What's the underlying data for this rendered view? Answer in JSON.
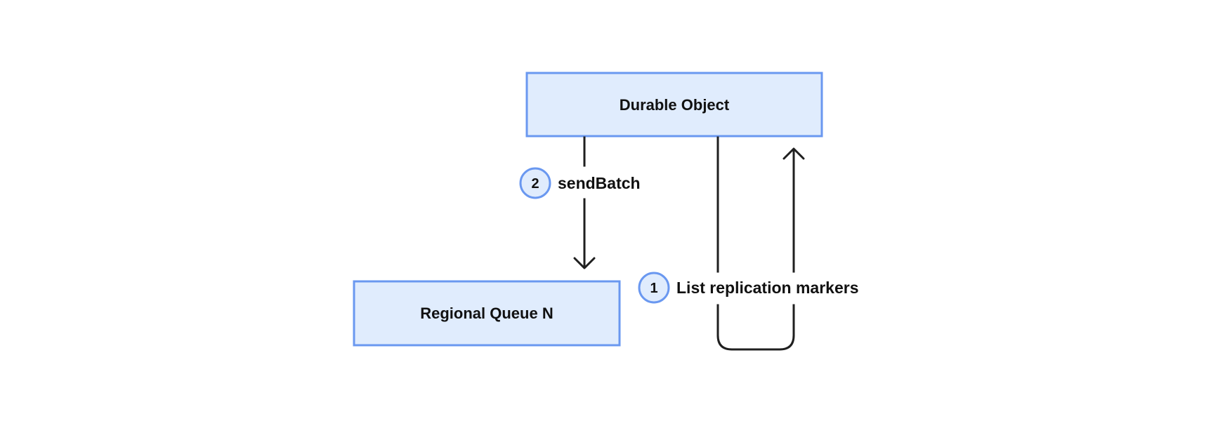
{
  "colors": {
    "node_fill": "#e0ecfd",
    "node_stroke": "#6a98f0",
    "edge": "#1f1f1f",
    "text": "#111111"
  },
  "nodes": {
    "durable_object": {
      "label": "Durable Object"
    },
    "regional_queue": {
      "label": "Regional Queue N"
    }
  },
  "steps": {
    "list_markers": {
      "number": "1",
      "label": "List replication markers"
    },
    "send_batch": {
      "number": "2",
      "label": "sendBatch"
    }
  }
}
